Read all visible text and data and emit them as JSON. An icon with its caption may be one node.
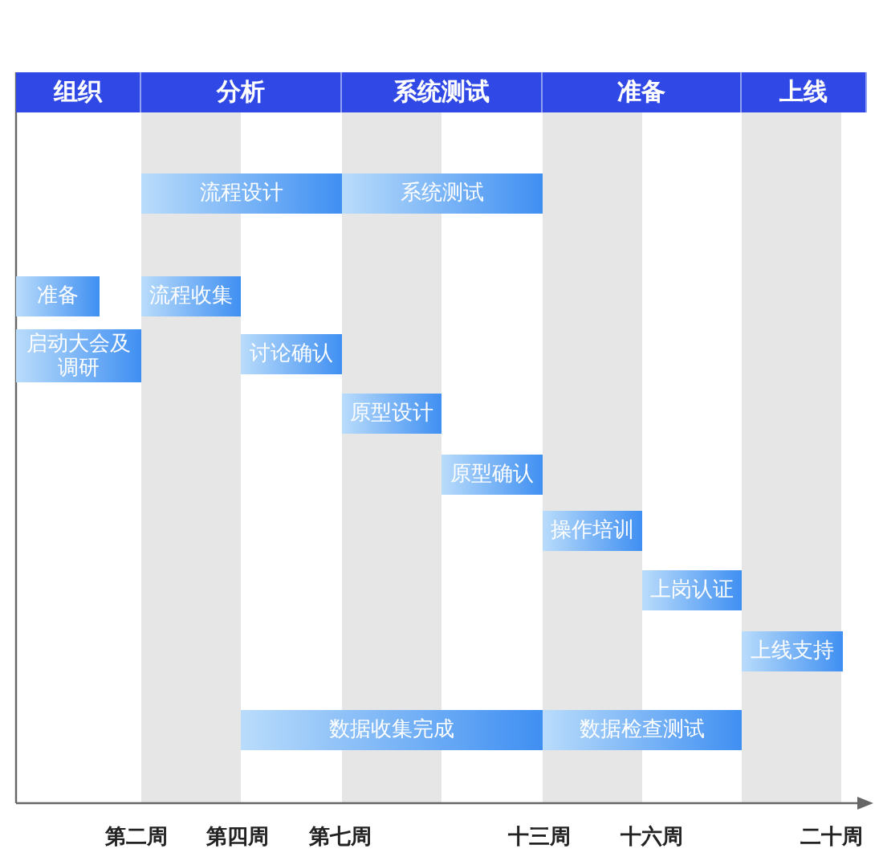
{
  "diagram": {
    "nodes": [
      {
        "text": [
          "组织"
        ]
      },
      {
        "text": [
          "分析"
        ]
      },
      {
        "text": [
          "系统测试"
        ]
      },
      {
        "text": [
          "准备"
        ]
      },
      {
        "text": [
          "上线"
        ]
      },
      {
        "text": [
          "流程设计"
        ]
      },
      {
        "text": [
          "系统测试"
        ]
      },
      {
        "text": [
          "准备"
        ]
      },
      {
        "text": [
          "流程收集"
        ]
      },
      {
        "text": [
          "启动大会及调研"
        ]
      },
      {
        "text": [
          "讨论确认"
        ]
      },
      {
        "text": [
          "原型设计"
        ]
      },
      {
        "text": [
          "原型确认"
        ]
      },
      {
        "text": [
          "操作培训"
        ]
      },
      {
        "text": [
          "上岗认证"
        ]
      },
      {
        "text": [
          "上线支持"
        ]
      },
      {
        "text": [
          "数据收集完成"
        ]
      },
      {
        "text": [
          "数据检查测试"
        ]
      }
    ],
    "edges": [],
    "labels": [
      "第二周",
      "第四周",
      "第七周",
      "十三周",
      "十六周",
      "二十周"
    ]
  }
}
